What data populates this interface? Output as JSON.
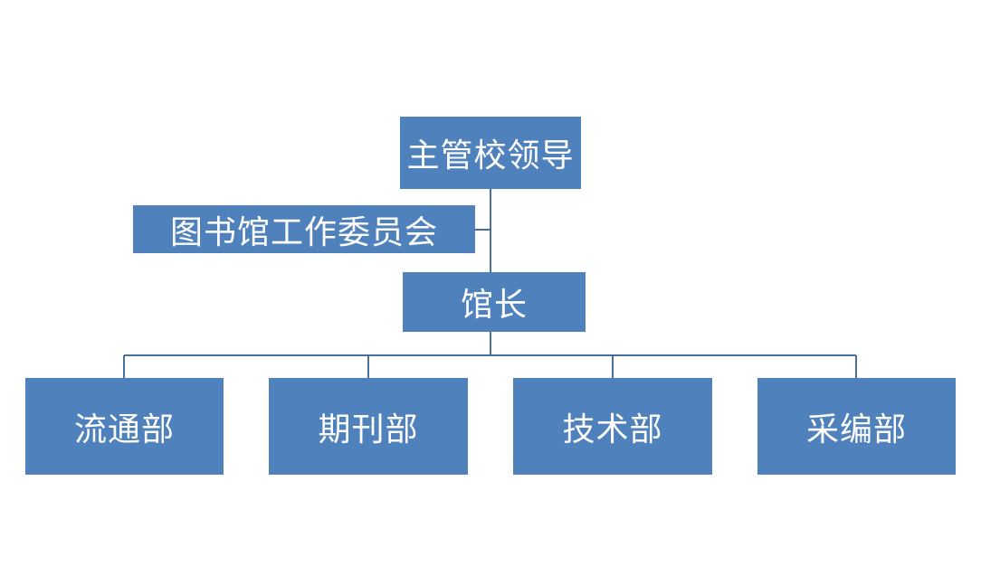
{
  "diagram": {
    "leader": "主管校领导",
    "committee": "图书馆工作委员会",
    "director": "馆长",
    "departments": [
      "流通部",
      "期刊部",
      "技术部",
      "采编部"
    ]
  },
  "colors": {
    "box_fill": "#4f81bd",
    "box_text": "#ffffff",
    "connector": "#4a6f9e"
  }
}
